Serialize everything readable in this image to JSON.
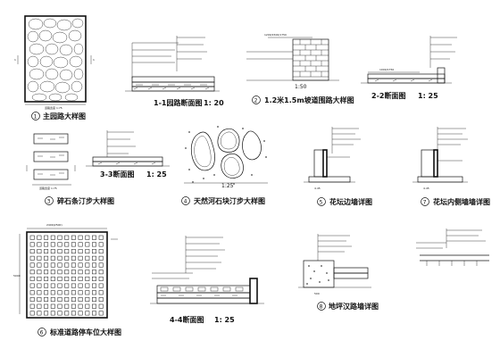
{
  "sheet": {
    "background": "#ffffff",
    "line_color": "#111111",
    "details": [
      {
        "id": "1",
        "title": "主园路大样图",
        "scale": "1:75"
      },
      {
        "id": "",
        "title": "1-1园路断面图",
        "scale": "1: 20"
      },
      {
        "id": "2",
        "title": "1.2米1.5m坡道围路大样图",
        "scale": "1:50"
      },
      {
        "id": "",
        "title": "2-2断面图",
        "scale": "1: 25"
      },
      {
        "id": "",
        "title": "3-3断面图",
        "scale": "1: 25"
      },
      {
        "id": "3",
        "title": "碎石条汀步大样图",
        "scale": ""
      },
      {
        "id": "",
        "title": "",
        "scale": "1:25"
      },
      {
        "id": "4",
        "title": "天然河石块汀步大样图",
        "scale": ""
      },
      {
        "id": "5",
        "title": "花坛边墙详图",
        "scale": ""
      },
      {
        "id": "7",
        "title": "花坛内侧墙墙详图",
        "scale": ""
      },
      {
        "id": "6",
        "title": "标准道路停车位大样图",
        "scale": ""
      },
      {
        "id": "",
        "title": "4-4断面图",
        "scale": "1: 25"
      },
      {
        "id": "8",
        "title": "地坪汉路墙详图",
        "scale": ""
      }
    ],
    "dimension_labels": {
      "d2_top": "1200/1500/1750",
      "d22_dim": "1000/1750",
      "d6_dim": "2400(2500)",
      "d6_side": "5000",
      "d55": "4.45",
      "d77": "4.45",
      "d88": "500"
    }
  }
}
